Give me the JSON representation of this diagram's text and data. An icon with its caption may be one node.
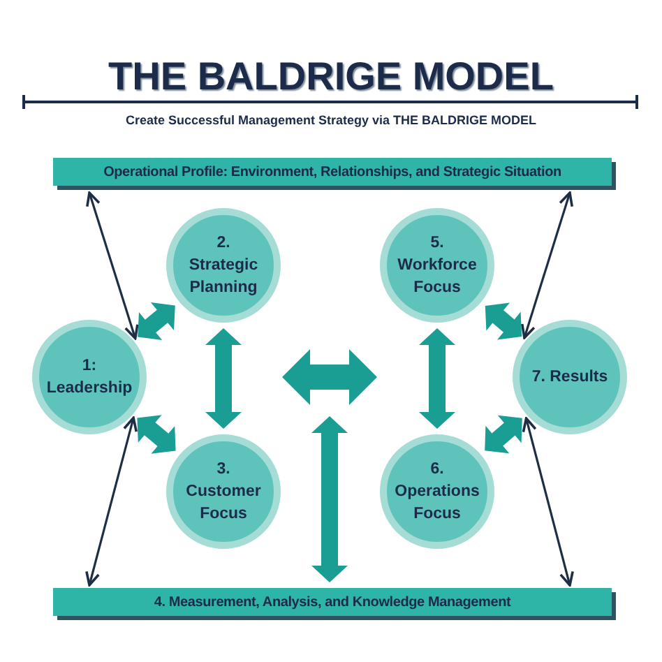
{
  "diagram": {
    "title": "THE BALDRIGE MODEL",
    "nodes": [
      {
        "text": [
          "Operational Profile: Environment, Relationships, and Strategic Situation"
        ]
      },
      {
        "text": [
          "1: Leadership"
        ]
      },
      {
        "text": [
          "2. Strategic Planning"
        ]
      },
      {
        "text": [
          "3. Customer Focus"
        ]
      },
      {
        "text": [
          "5. Workforce Focus"
        ]
      },
      {
        "text": [
          "6. Operations Focus"
        ]
      },
      {
        "text": [
          "7. Results"
        ]
      },
      {
        "text": [
          "4. Measurement, Analysis, and Knowledge Management"
        ]
      }
    ],
    "edges": [
      {
        "from": 0,
        "to": 1,
        "arrow": "both"
      },
      {
        "from": 0,
        "to": 6,
        "arrow": "both"
      },
      {
        "from": 1,
        "to": 2,
        "arrow": "both",
        "style": "thick",
        "color": "#1a9e94"
      },
      {
        "from": 4,
        "to": 6,
        "arrow": "both",
        "style": "thick",
        "color": "#1a9e94"
      },
      {
        "from": 2,
        "to": 3,
        "arrow": "both",
        "style": "thick",
        "color": "#1a9e94"
      },
      {
        "from": 4,
        "to": 5,
        "arrow": "both",
        "style": "thick",
        "color": "#1a9e94"
      },
      {
        "from": 1,
        "to": 3,
        "arrow": "both",
        "style": "thick",
        "color": "#1a9e94"
      },
      {
        "from": 5,
        "to": 6,
        "arrow": "both",
        "style": "thick",
        "color": "#1a9e94"
      },
      {
        "from": null,
        "to": 7,
        "arrow": "both",
        "style": "thick",
        "color": "#1a9e94"
      },
      {
        "from": 1,
        "to": 7,
        "arrow": "both"
      },
      {
        "from": 6,
        "to": 7,
        "arrow": "both"
      }
    ],
    "labels": [
      "Create Successful Management Strategy via THE BALDRIGE MODEL"
    ]
  }
}
